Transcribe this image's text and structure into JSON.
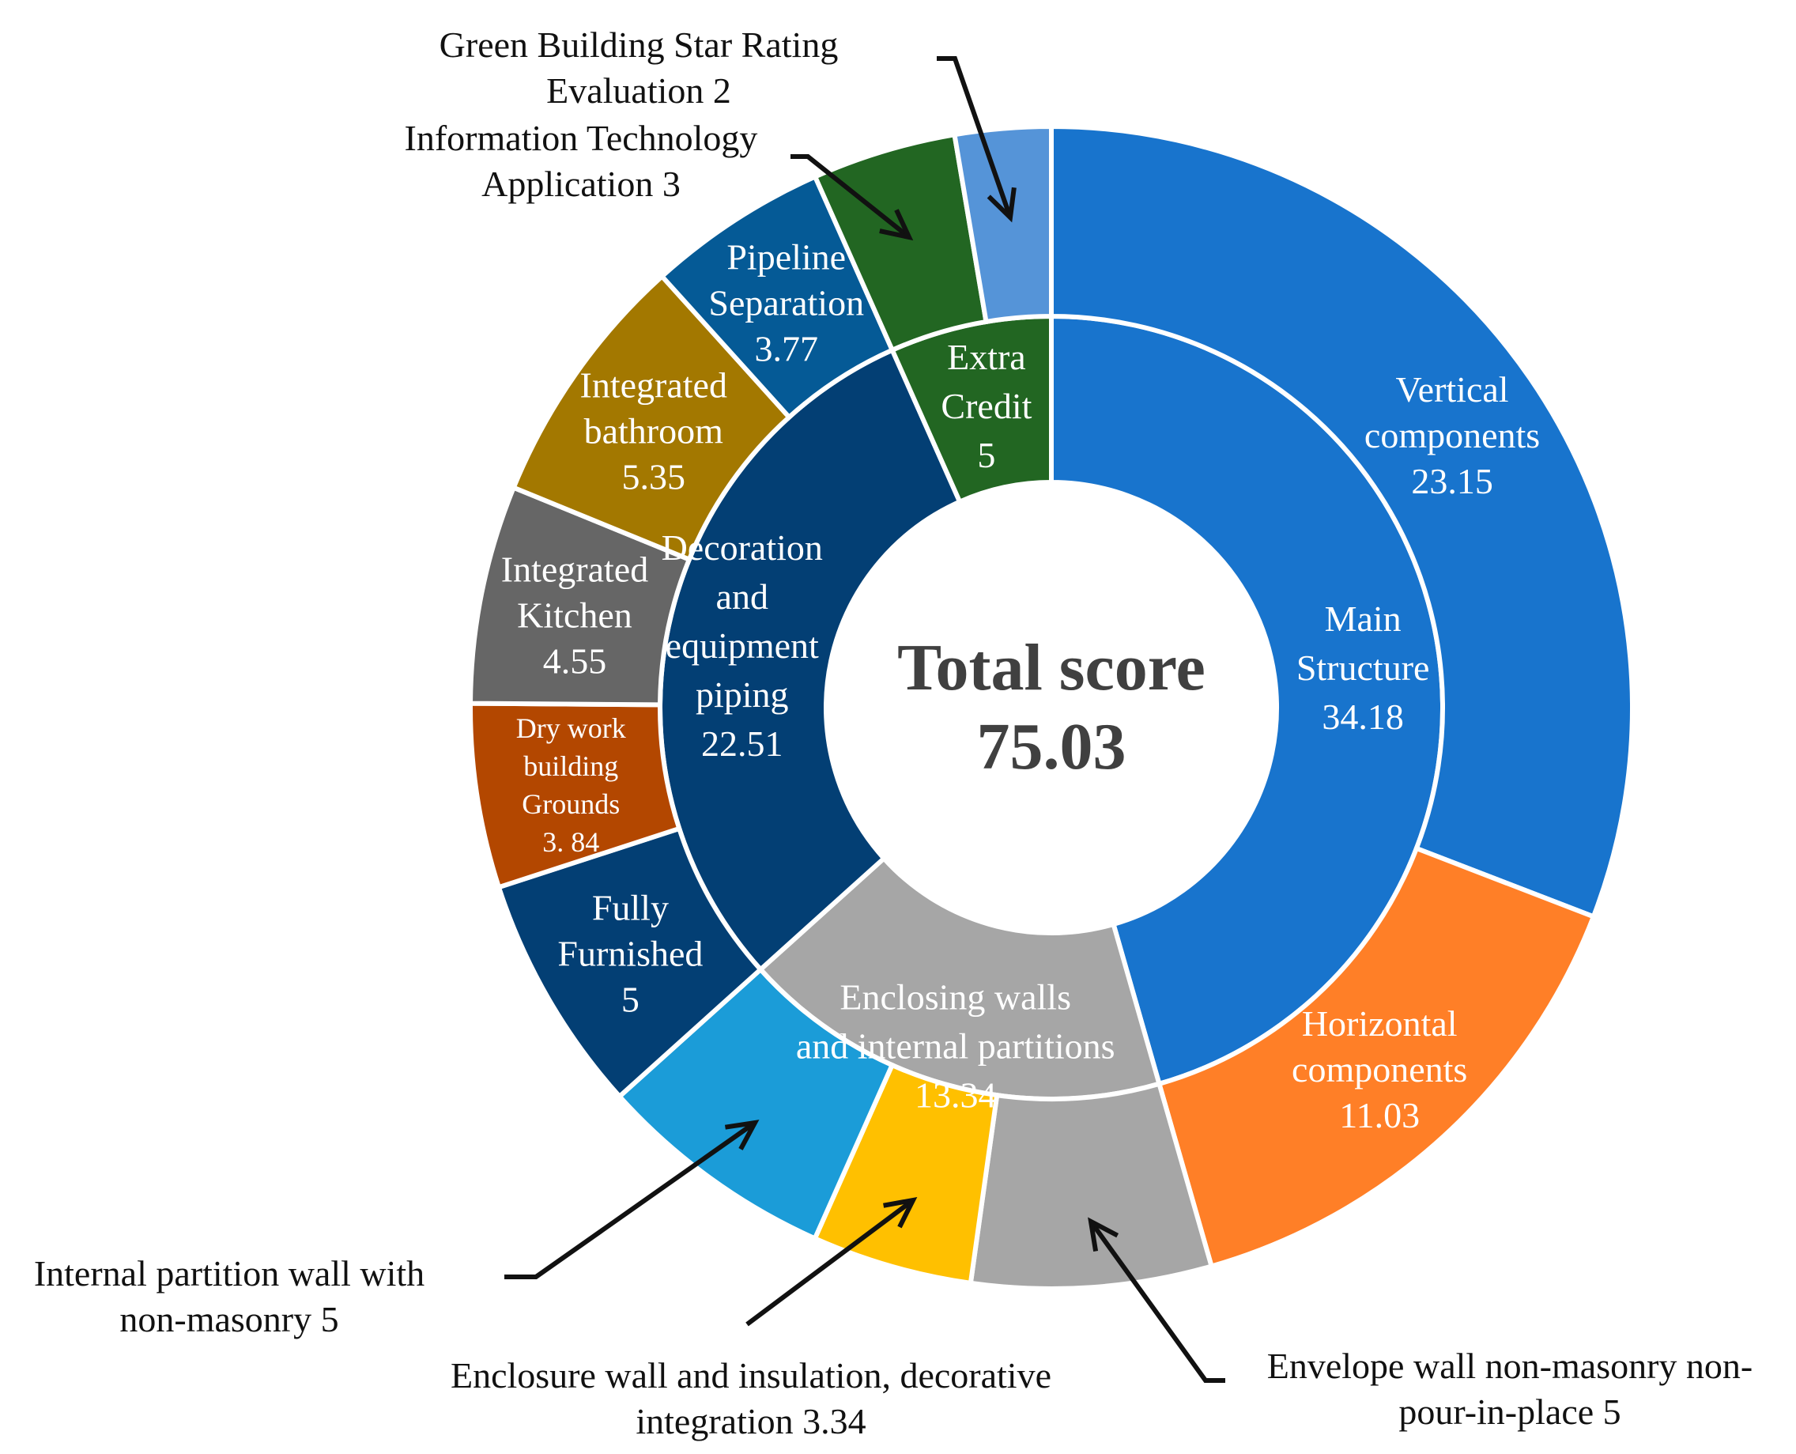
{
  "chart_data": {
    "type": "pie",
    "subtype": "two-level donut (sunburst)",
    "center_label": "Total score",
    "center_value": "75.03",
    "inner": [
      {
        "name_lines": [
          "Main",
          "Structure"
        ],
        "value_text": "34.18",
        "value": 34.18,
        "color": "#1874CD"
      },
      {
        "name_lines": [
          "Enclosing walls",
          "and internal partitions"
        ],
        "value_text": "13.34",
        "value": 13.34,
        "color": "#A6A6A6"
      },
      {
        "name_lines": [
          "Decoration",
          "and",
          "equipment",
          "piping"
        ],
        "value_text": "22.51",
        "value": 22.51,
        "color": "#033F74"
      },
      {
        "name_lines": [
          "Extra",
          "Credit"
        ],
        "value_text": "5",
        "value": 5,
        "color": "#226622"
      }
    ],
    "outer": [
      {
        "name_lines": [
          "Vertical",
          "components"
        ],
        "value_text": "23.15",
        "value": 23.15,
        "color": "#1874CD",
        "label": "inside"
      },
      {
        "name_lines": [
          "Horizontal",
          "components"
        ],
        "value_text": "11.03",
        "value": 11.03,
        "color": "#FF7F27",
        "label": "inside"
      },
      {
        "name_lines": [
          "Envelope wall non-masonry non-",
          "pour-in-place  5"
        ],
        "value_text": "",
        "value": 5,
        "color": "#A6A6A6",
        "label": "external"
      },
      {
        "name_lines": [
          "Enclosure wall and insulation, decorative",
          "integration 3.34"
        ],
        "value_text": "",
        "value": 3.34,
        "color": "#FFC000",
        "label": "external"
      },
      {
        "name_lines": [
          "Internal partition wall with",
          "non-masonry  5"
        ],
        "value_text": "",
        "value": 5,
        "color": "#1B9CD8",
        "label": "external"
      },
      {
        "name_lines": [
          "Fully",
          "Furnished"
        ],
        "value_text": "5",
        "value": 5,
        "color": "#033F74",
        "label": "inside"
      },
      {
        "name_lines": [
          "Dry work",
          "building",
          "Grounds"
        ],
        "value_text": "3. 84",
        "value": 3.84,
        "color": "#B34700",
        "label": "inside-small"
      },
      {
        "name_lines": [
          "Integrated",
          "Kitchen"
        ],
        "value_text": "4.55",
        "value": 4.55,
        "color": "#666666",
        "label": "inside"
      },
      {
        "name_lines": [
          "Integrated",
          "bathroom"
        ],
        "value_text": "5.35",
        "value": 5.35,
        "color": "#A37800",
        "label": "inside"
      },
      {
        "name_lines": [
          "Pipeline",
          "Separation"
        ],
        "value_text": "3.77",
        "value": 3.77,
        "color": "#055A96",
        "label": "inside"
      },
      {
        "name_lines": [
          "Information Technology",
          "Application  3"
        ],
        "value_text": "",
        "value": 3,
        "color": "#226622",
        "label": "external"
      },
      {
        "name_lines": [
          "Green Building Star Rating",
          "Evaluation  2"
        ],
        "value_text": "",
        "value": 2,
        "color": "#5594D8",
        "label": "external"
      }
    ]
  }
}
